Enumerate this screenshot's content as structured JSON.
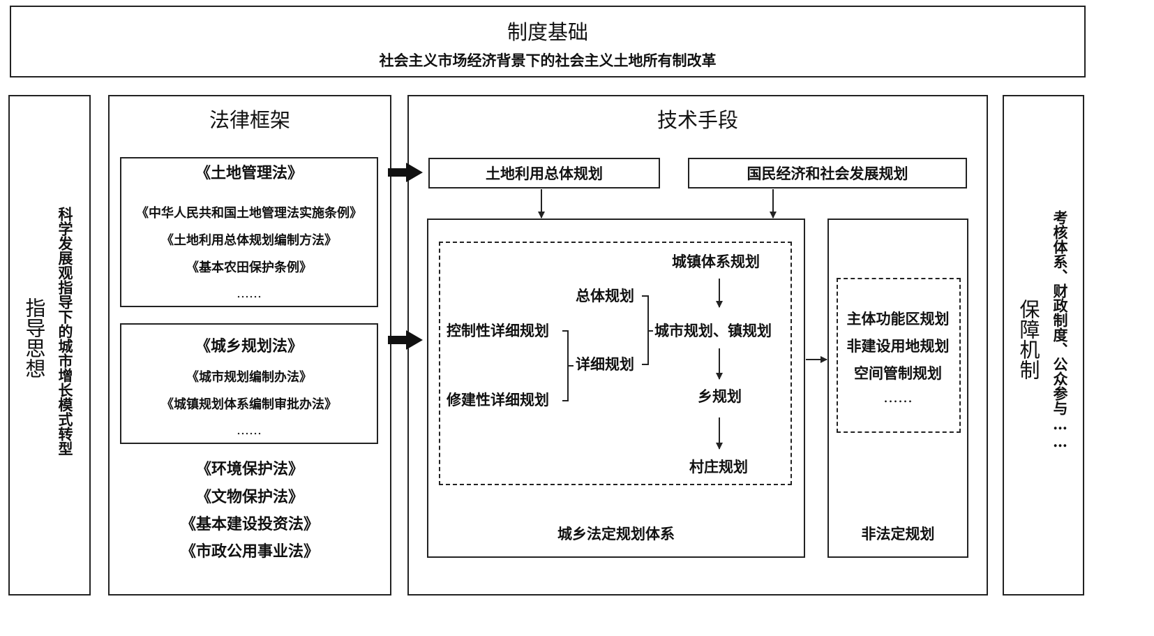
{
  "foundation": {
    "title": "制度基础",
    "subtitle": "社会主义市场经济背景下的社会主义土地所有制改革"
  },
  "guidance": {
    "title": "指导思想",
    "body": "科学发展观指导下的城市增长模式转型"
  },
  "legal": {
    "title": "法律框架",
    "land_law": {
      "title": "《土地管理法》",
      "items": [
        "《中华人民共和国土地管理法实施条例》",
        "《土地利用总体规划编制方法》",
        "《基本农田保护条例》"
      ],
      "ellipsis": "……"
    },
    "urban_law": {
      "title": "《城乡规划法》",
      "items": [
        "《城市规划编制办法》",
        "《城镇规划体系编制审批办法》"
      ],
      "ellipsis": "……"
    },
    "other_laws": [
      "《环境保护法》",
      "《文物保护法》",
      "《基本建设投资法》",
      "《市政公用事业法》"
    ]
  },
  "tech": {
    "title": "技术手段",
    "land_plan": "土地利用总体规划",
    "economic_plan": "国民经济和社会发展规划",
    "statutory": {
      "caption": "城乡法定规划体系",
      "town_system": "城镇体系规划",
      "overall": "总体规划",
      "detailed": "详细规划",
      "regulatory_detailed": "控制性详细规划",
      "constructive_detailed": "修建性详细规划",
      "city_town": "城市规划、镇规划",
      "township": "乡规划",
      "village": "村庄规划"
    },
    "non_statutory": {
      "caption": "非法定规划",
      "items": [
        "主体功能区规划",
        "非建设用地规划",
        "空间管制规划"
      ],
      "ellipsis": "……"
    }
  },
  "guarantee": {
    "title": "保障机制",
    "body": "考核体系、财政制度、公众参与……"
  }
}
